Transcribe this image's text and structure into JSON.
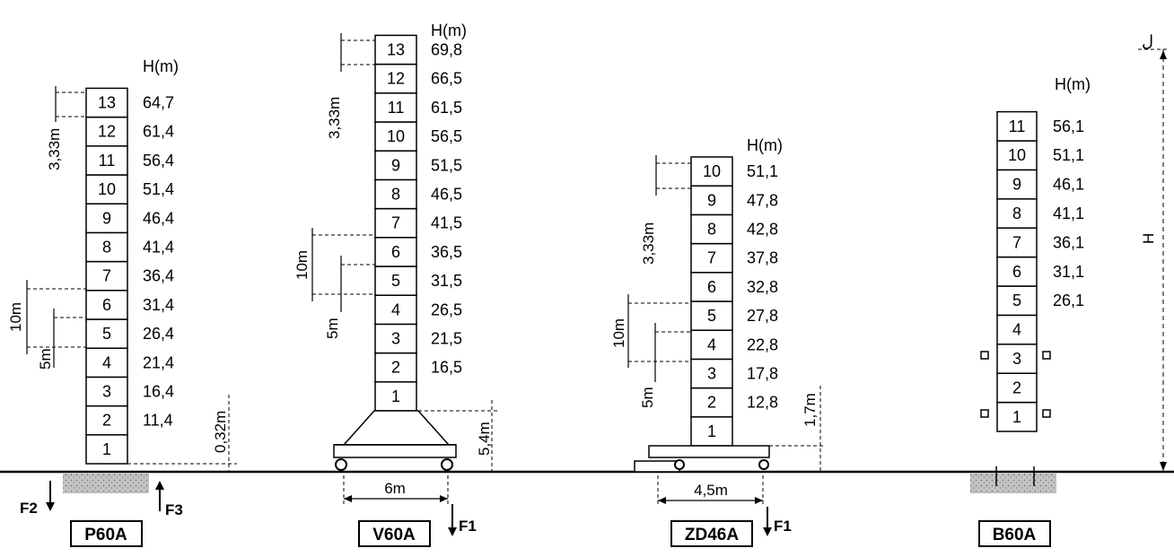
{
  "ground_marker": "ل",
  "height_axis_label": "H",
  "towers": [
    {
      "id": "P60A",
      "name": "P60A",
      "height_header": "H(m)",
      "segments": [
        "1",
        "2",
        "3",
        "4",
        "5",
        "6",
        "7",
        "8",
        "9",
        "10",
        "11",
        "12",
        "13"
      ],
      "heights": [
        "",
        "11,4",
        "16,4",
        "21,4",
        "26,4",
        "31,4",
        "36,4",
        "41,4",
        "46,4",
        "51,4",
        "56,4",
        "61,4",
        "64,7"
      ],
      "dims": {
        "mast_section": "3,33m",
        "span_10": "10m",
        "span_5": "5m",
        "base_offset": "0,32m"
      },
      "forces": {
        "down": "F2",
        "up": "F3"
      }
    },
    {
      "id": "V60A",
      "name": "V60A",
      "height_header": "H(m)",
      "segments": [
        "1",
        "2",
        "3",
        "4",
        "5",
        "6",
        "7",
        "8",
        "9",
        "10",
        "11",
        "12",
        "13"
      ],
      "heights": [
        "",
        "16,5",
        "21,5",
        "26,5",
        "31,5",
        "36,5",
        "41,5",
        "46,5",
        "51,5",
        "56,5",
        "61,5",
        "66,5",
        "69,8"
      ],
      "dims": {
        "mast_section": "3,33m",
        "span_10": "10m",
        "span_5": "5m",
        "base_height": "5,4m",
        "base_width": "6m"
      },
      "forces": {
        "down": "F1"
      }
    },
    {
      "id": "ZD46A",
      "name": "ZD46A",
      "height_header": "H(m)",
      "segments": [
        "1",
        "2",
        "3",
        "4",
        "5",
        "6",
        "7",
        "8",
        "9",
        "10"
      ],
      "heights": [
        "",
        "12,8",
        "17,8",
        "22,8",
        "27,8",
        "32,8",
        "37,8",
        "42,8",
        "47,8",
        "51,1"
      ],
      "dims": {
        "mast_section": "3,33m",
        "span_10": "10m",
        "span_5": "5m",
        "base_height": "1,7m",
        "base_width": "4,5m"
      },
      "forces": {
        "down": "F1"
      }
    },
    {
      "id": "B60A",
      "name": "B60A",
      "height_header": "H(m)",
      "segments": [
        "1",
        "2",
        "3",
        "4",
        "5",
        "6",
        "7",
        "8",
        "9",
        "10",
        "11"
      ],
      "heights": [
        "",
        "",
        "",
        "",
        "26,1",
        "31,1",
        "36,1",
        "41,1",
        "46,1",
        "51,1",
        "56,1"
      ]
    }
  ]
}
